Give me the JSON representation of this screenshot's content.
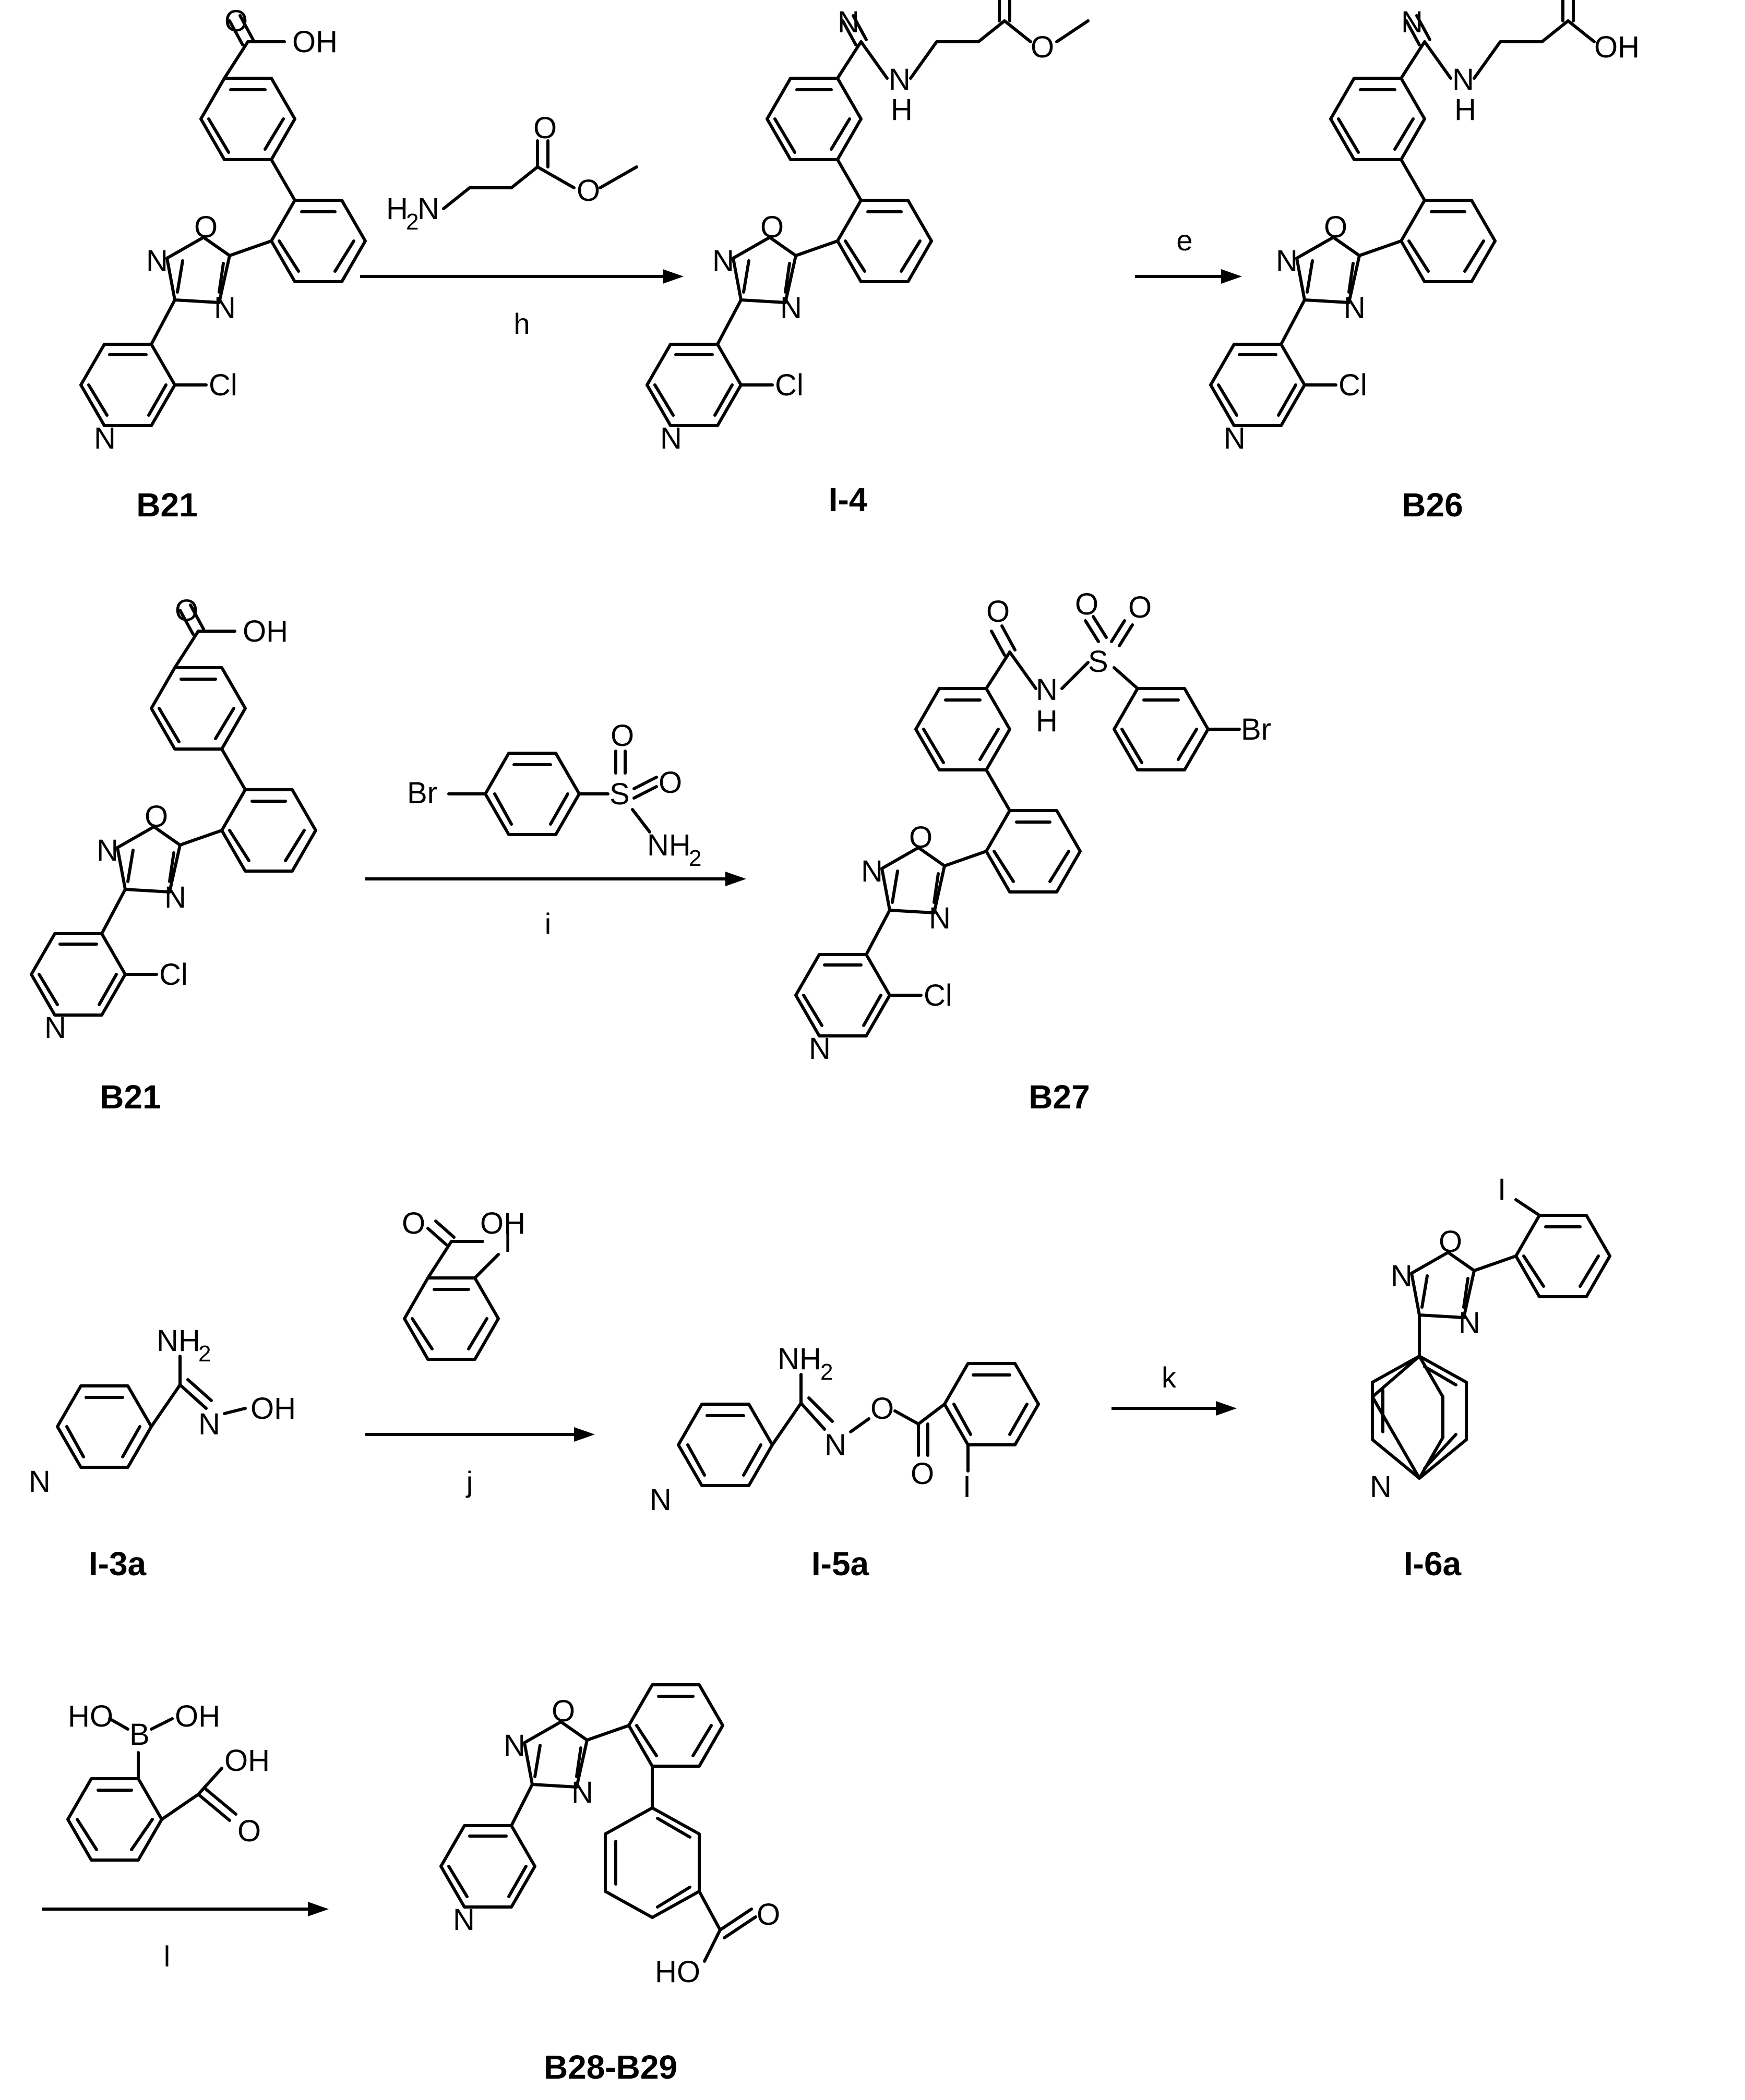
{
  "compounds": [
    {
      "id": "B21_row1",
      "label": "B21"
    },
    {
      "id": "I4",
      "label": "I-4"
    },
    {
      "id": "B26",
      "label": "B26"
    },
    {
      "id": "B21_row2",
      "label": "B21"
    },
    {
      "id": "B27",
      "label": "B27"
    },
    {
      "id": "I3a",
      "label": "I-3a"
    },
    {
      "id": "I5a",
      "label": "I-5a"
    },
    {
      "id": "I6a",
      "label": "I-6a"
    },
    {
      "id": "B28_29",
      "label": "B28-B29"
    }
  ],
  "reagent_labels": {
    "h": "h",
    "e": "e",
    "i": "i",
    "j": "j",
    "k": "k",
    "l": "l"
  },
  "atom_labels": {
    "O": "O",
    "OH": "OH",
    "HO": "HO",
    "N": "N",
    "H": "H",
    "Cl": "Cl",
    "Br": "Br",
    "S": "S",
    "B": "B",
    "I": "I",
    "H2N": "H",
    "NH2": "NH",
    "two": "2"
  },
  "colors": {
    "ink": "#000000",
    "background": "#ffffff"
  }
}
